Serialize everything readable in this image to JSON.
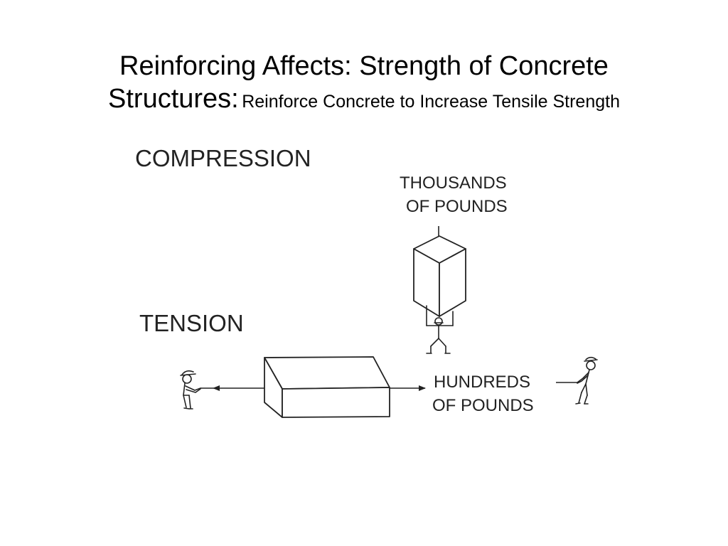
{
  "title": {
    "line1": "Reinforcing Affects: Strength of Concrete",
    "line2": "Structures:",
    "subtitle": "Reinforce Concrete to Increase Tensile Strength"
  },
  "diagram": {
    "compression_label": "COMPRESSION",
    "load_compression_line1": "THOUSANDS",
    "load_compression_line2": "OF POUNDS",
    "tension_label": "TENSION",
    "load_tension_line1": "HUNDREDS",
    "load_tension_line2": "OF POUNDS"
  },
  "colors": {
    "ink": "#222222",
    "background": "#ffffff"
  }
}
